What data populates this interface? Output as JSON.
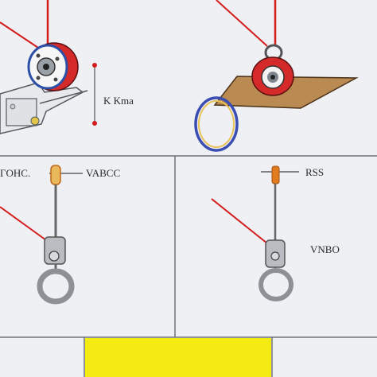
{
  "labels": {
    "top_right_of_pulley": "K Kma",
    "bottom_left_left": "ΓOHC.",
    "bottom_left_right": "VABCC",
    "bottom_right_top": "RSS",
    "bottom_right_mid": "VNBO"
  },
  "colors": {
    "background": "#eef0f3",
    "panel_border": "#6f7378",
    "red_line": "#d41c1c",
    "pulley_red": "#d42a2a",
    "pulley_blue": "#2d4fa8",
    "plate": "#b98a52",
    "ring_blue": "#3a4db2",
    "ring_yellow": "#e8c15a",
    "hook_gray": "#8d9196",
    "orange_marker": "#e07b1f",
    "yellow_block": "#f4eb12"
  }
}
